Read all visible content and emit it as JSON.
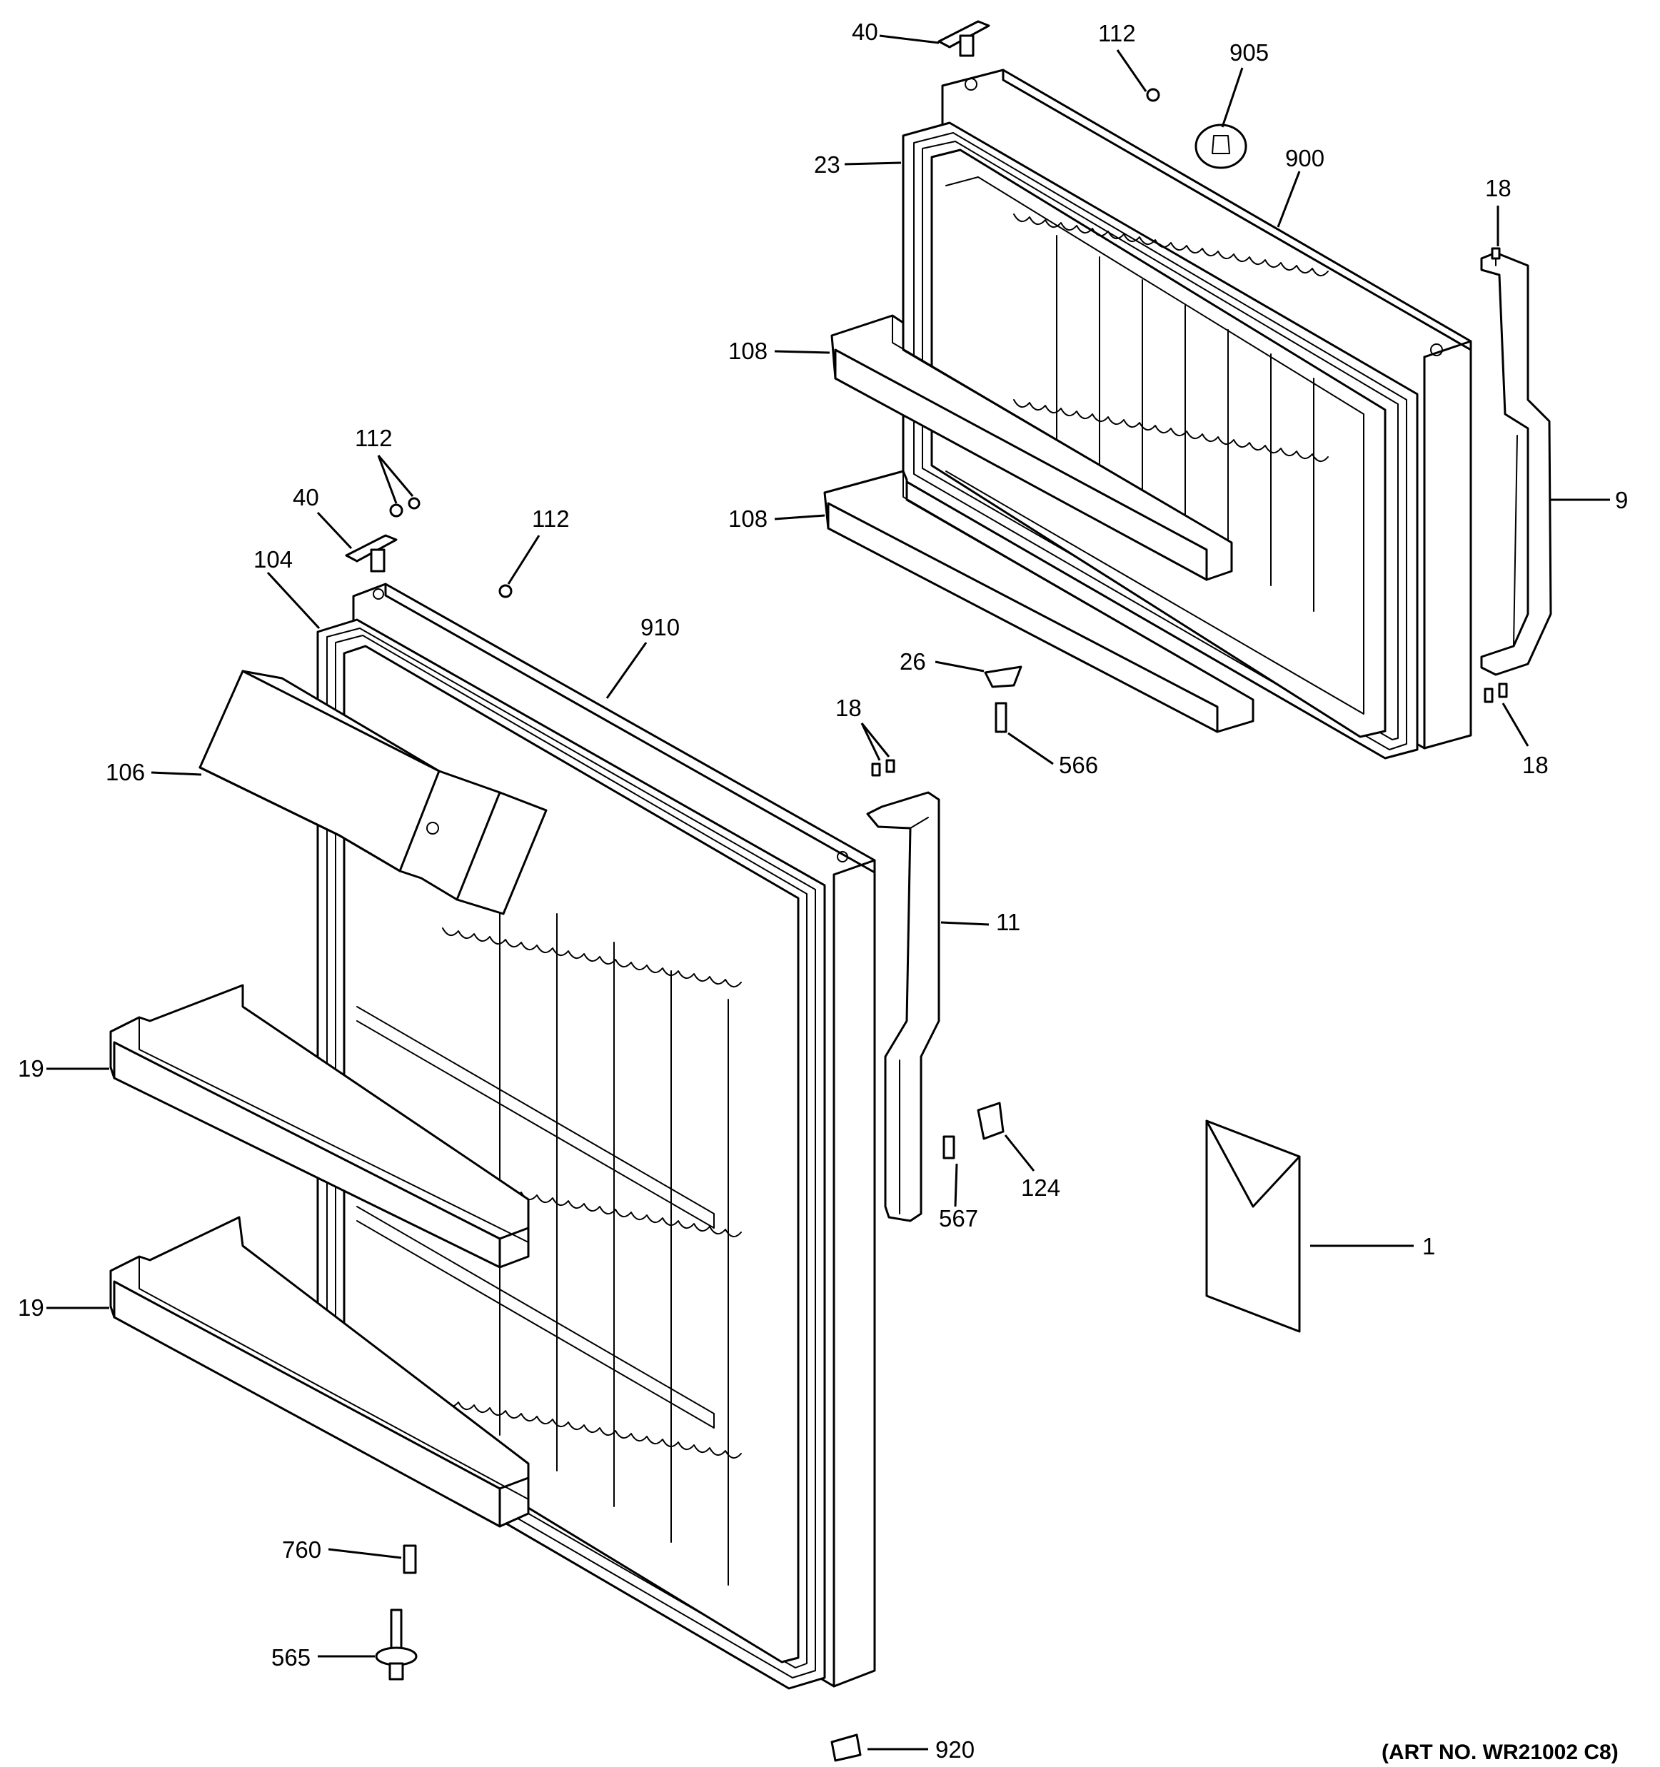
{
  "art_number": "(ART NO. WR21002 C8)",
  "callouts": {
    "c40_top": "40",
    "c112_top": "112",
    "c905": "905",
    "c23": "23",
    "c900": "900",
    "c18_top": "18",
    "c108_a": "108",
    "c108_b": "108",
    "c9": "9",
    "c26": "26",
    "c566": "566",
    "c18_right": "18",
    "c112_pair": "112",
    "c40_left": "40",
    "c112_mid": "112",
    "c104": "104",
    "c910": "910",
    "c18_mid": "18",
    "c106": "106",
    "c11": "11",
    "c19_a": "19",
    "c19_b": "19",
    "c567": "567",
    "c124": "124",
    "c1": "1",
    "c760": "760",
    "c565": "565",
    "c920": "920"
  }
}
